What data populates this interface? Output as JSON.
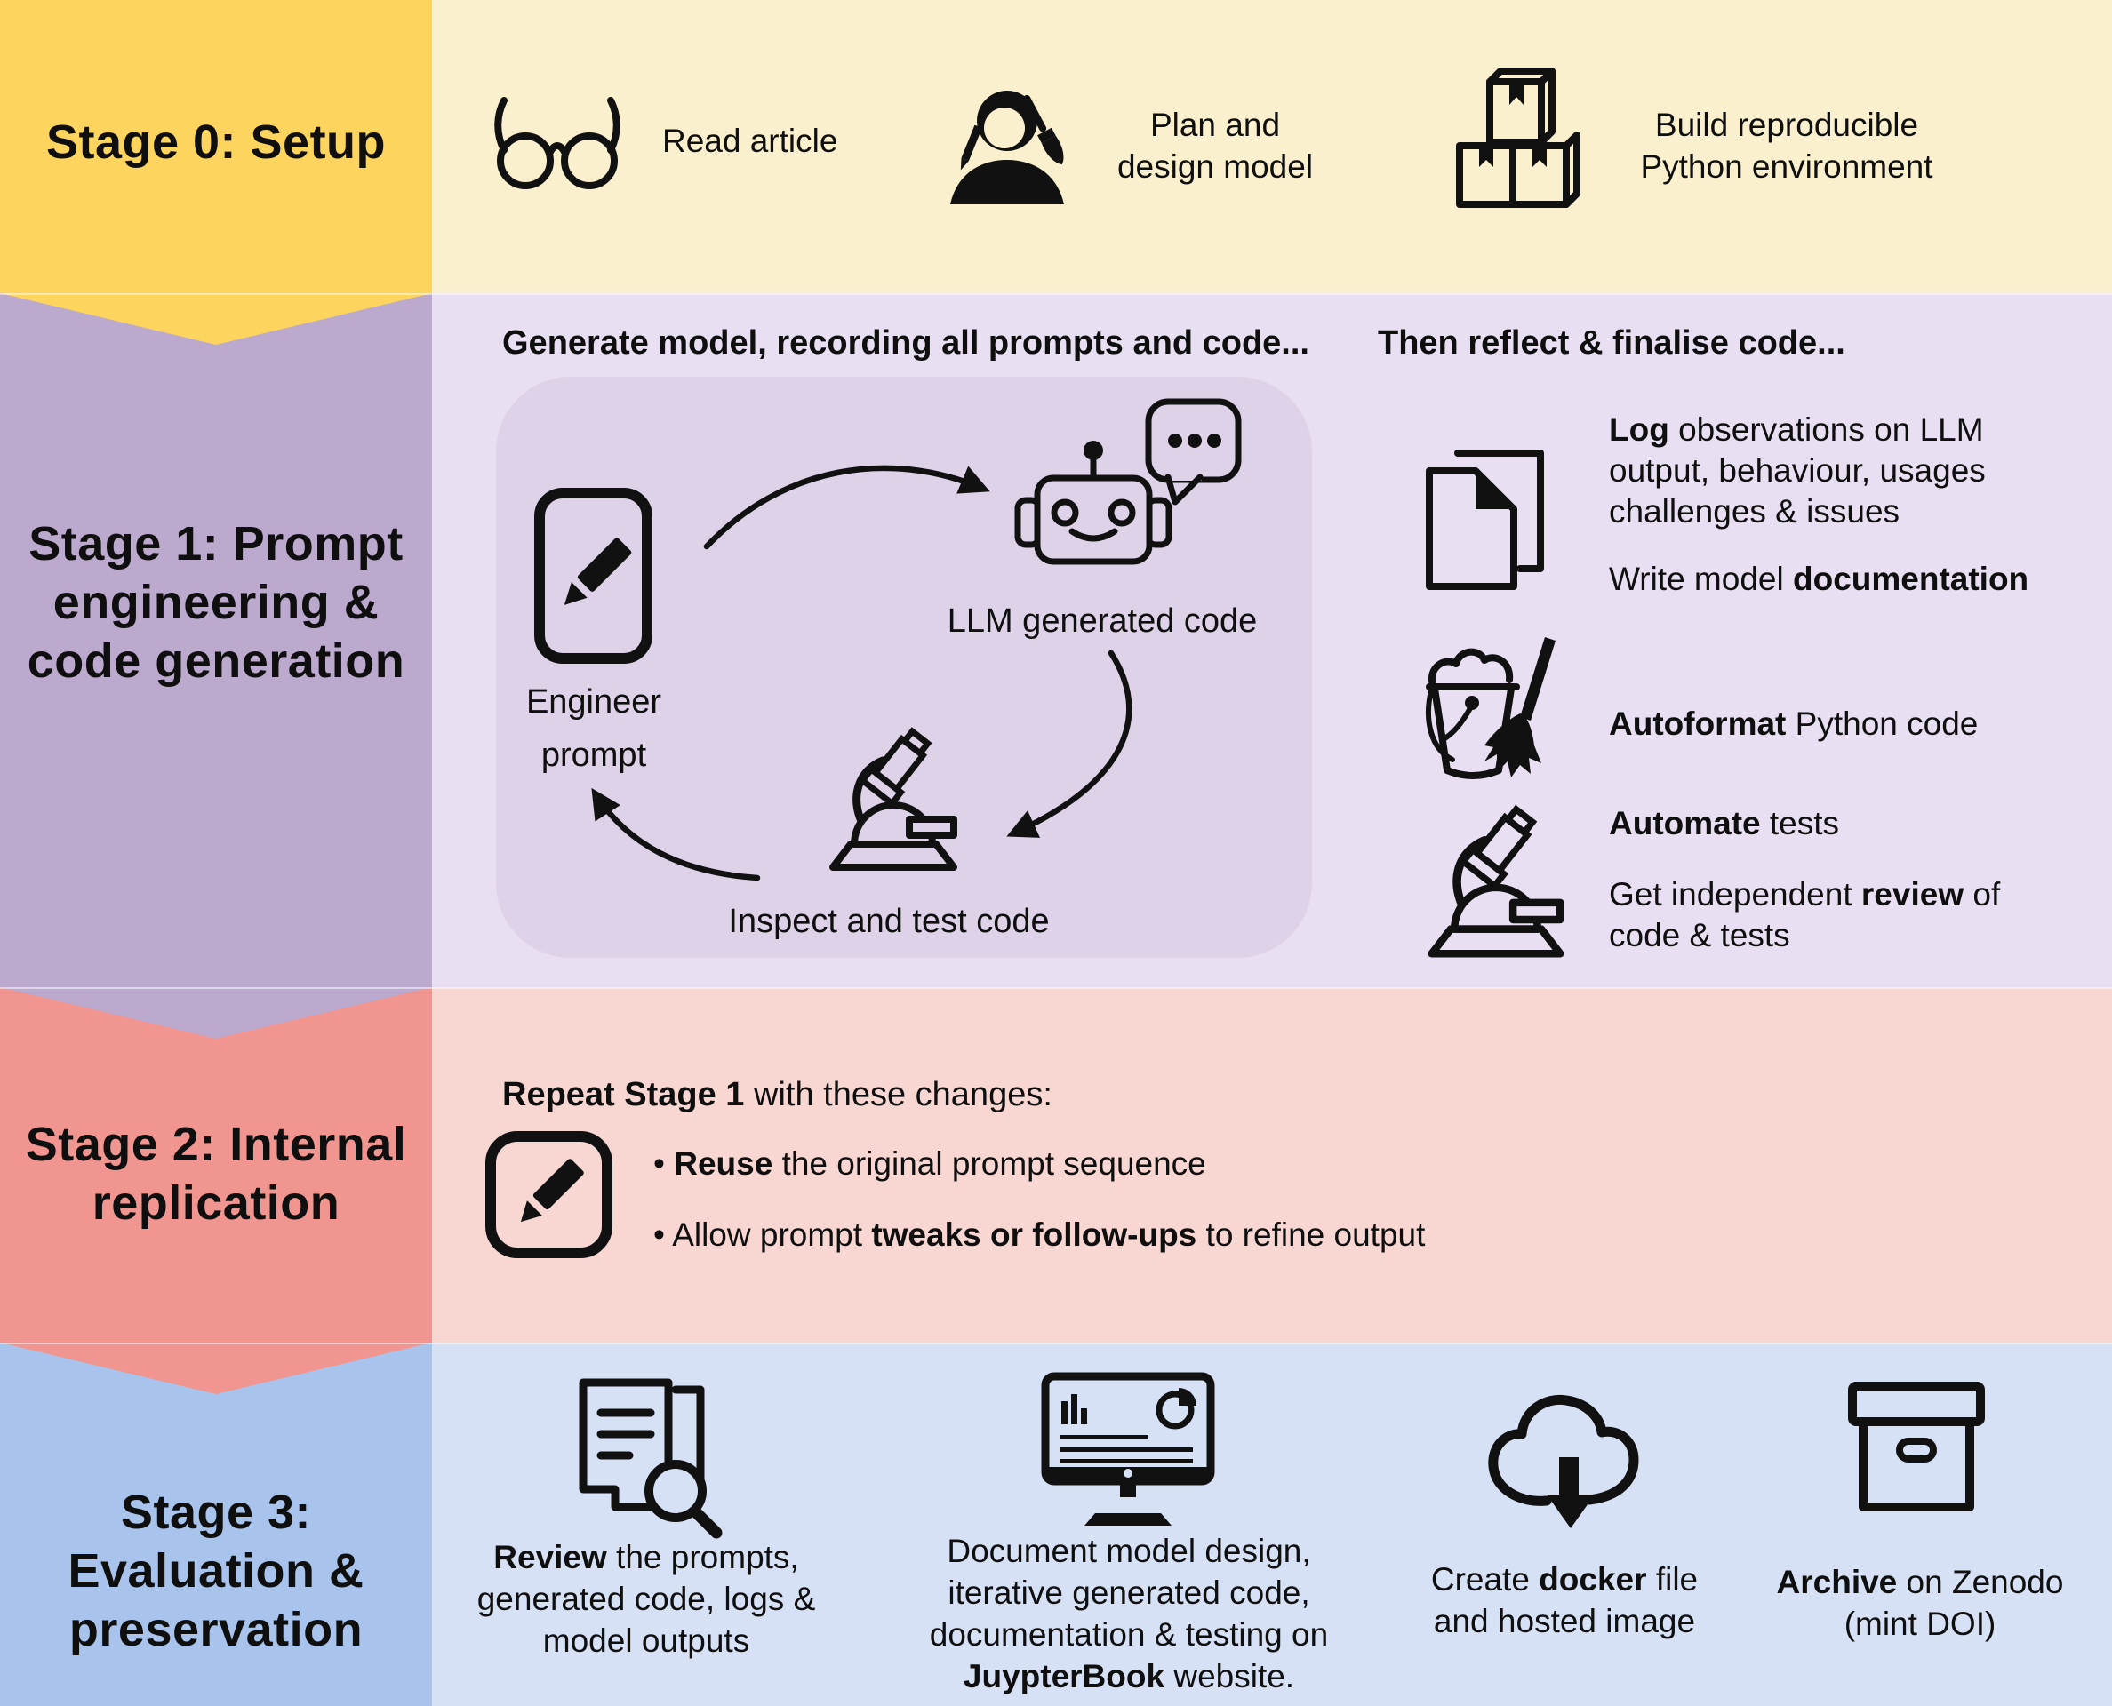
{
  "colors": {
    "stage0_dark": "#FCD45E",
    "stage0_light": "#FBF0CD",
    "stage1_dark": "#BCA9CE",
    "stage1_light": "#E9DFF2",
    "stage1_panel": "#DDD2E8",
    "stage2_dark": "#F0958F",
    "stage2_light": "#F8D6D2",
    "stage3_dark": "#A9C4EC",
    "stage3_light": "#D6E1F6",
    "text": "#0F0F0F"
  },
  "icons": {
    "glasses": "glasses-icon",
    "designer": "designer-person-icon",
    "packages": "stacked-boxes-icon",
    "pencil_pad": "pencil-pad-icon",
    "robot": "robot-icon",
    "speech": "speech-bubble-icon",
    "microscope": "microscope-icon",
    "documents": "documents-copy-icon",
    "bucket": "bucket-broom-icon",
    "doc_search": "document-search-icon",
    "monitor": "monitor-chart-icon",
    "cloud": "cloud-download-icon",
    "archive": "archive-box-icon"
  },
  "s0": {
    "label": "Stage 0: Setup",
    "read_article": "Read article",
    "plan_l1": "Plan and",
    "plan_l2": "design model",
    "build_l1": "Build reproducible",
    "build_l2": "Python environment"
  },
  "s1": {
    "label_l1": "Stage 1: Prompt",
    "label_l2": "engineering &",
    "label_l3": "code generation",
    "header_left": "Generate model, recording all prompts and code...",
    "header_right": "Then reflect & finalise code...",
    "engineer_l1": "Engineer",
    "engineer_l2": "prompt",
    "llm_label": "LLM generated code",
    "inspect_label": "Inspect and test code",
    "log_bold": "Log",
    "log_l1_rest": " observations on LLM",
    "log_l2": "output, behaviour, usages",
    "log_l3": "challenges & issues",
    "write_pre": "Write model ",
    "write_bold": "documentation",
    "autoformat_bold": "Autoformat",
    "autoformat_rest": " Python code",
    "automate_bold": "Automate",
    "automate_rest": " tests",
    "review_pre": "Get independent ",
    "review_bold": "review",
    "review_post": " of",
    "review_l2": "code & tests"
  },
  "s2": {
    "label_l1": "Stage 2: Internal",
    "label_l2": "replication",
    "header_bold": "Repeat Stage 1",
    "header_rest": " with these changes:",
    "b1_pre": "• ",
    "b1_bold": "Reuse",
    "b1_rest": " the original prompt sequence",
    "b2_pre": "• Allow prompt ",
    "b2_bold": "tweaks or follow-ups",
    "b2_rest": " to refine output"
  },
  "s3": {
    "label_l1": "Stage 3:",
    "label_l2": "Evaluation &",
    "label_l3": "preservation",
    "review_bold": "Review",
    "review_rest": " the prompts,",
    "review_l2": "generated code, logs &",
    "review_l3": "model outputs",
    "doc_l1": "Document model design,",
    "doc_l2": "iterative generated code,",
    "doc_l3": "documentation & testing on",
    "doc_l4_bold": "JuypterBook",
    "doc_l4_rest": " website.",
    "docker_pre": "Create ",
    "docker_bold": "docker",
    "docker_post": " file",
    "docker_l2": "and hosted image",
    "archive_bold": "Archive",
    "archive_rest": " on Zenodo",
    "archive_l2": "(mint DOI)"
  }
}
